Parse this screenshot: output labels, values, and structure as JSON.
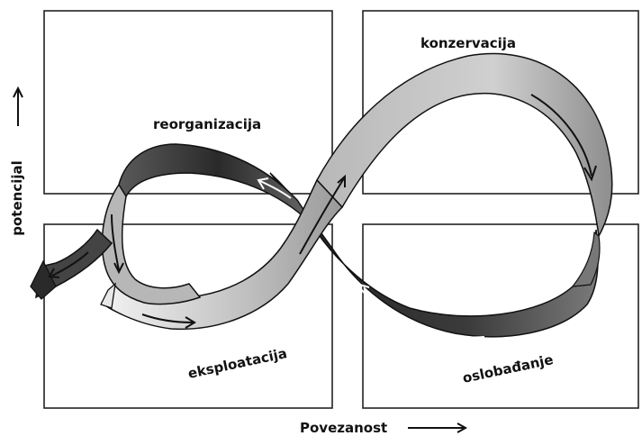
{
  "labels": {
    "conservation": "konzervacija",
    "reorganization": "reorganizacija",
    "exploitation": "eksploatacija",
    "release": "oslobađanje"
  },
  "axes": {
    "y_label": "potencijal",
    "x_label": "Povezanost"
  },
  "colors": {
    "band_light": "#d6d6d6",
    "band_mid": "#a8a8a8",
    "band_dark": "#3a3a3a",
    "band_darkest": "#1e1e1e",
    "stroke": "#111111"
  }
}
